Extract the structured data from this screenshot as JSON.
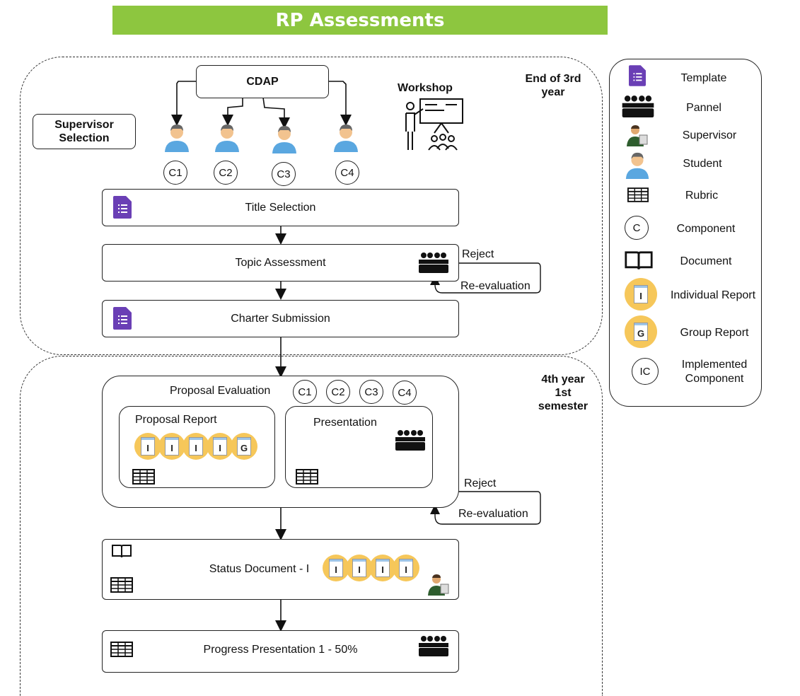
{
  "header": {
    "title": "RP Assessments"
  },
  "region1": {
    "label_line1": "End of 3rd",
    "label_line2": "year"
  },
  "region2": {
    "label_line1": "4th year",
    "label_line2": "1st",
    "label_line3": "semester"
  },
  "cdap": "CDAP",
  "workshop": "Workshop",
  "supervisor_selection": {
    "line1": "Supervisor",
    "line2": "Selection"
  },
  "components": [
    "C1",
    "C2",
    "C3",
    "C4"
  ],
  "steps": {
    "title_selection": "Title Selection",
    "topic_assessment": "Topic Assessment",
    "charter_submission": "Charter Submission",
    "proposal_evaluation": "Proposal Evaluation",
    "proposal_report": "Proposal Report",
    "presentation": "Presentation",
    "status_document": "Status Document -  I",
    "progress_presentation": "Progress Presentation 1 - 50%"
  },
  "loop1": {
    "reject": "Reject",
    "reevaluation": "Re-evaluation"
  },
  "loop2": {
    "reject": "Reject",
    "reevaluation": "Re-evaluation"
  },
  "report_letters": {
    "individual": "I",
    "group": "G"
  },
  "legend": {
    "items": [
      "Template",
      "Pannel",
      "Supervisor",
      "Student",
      "Rubric",
      "Component",
      "Document",
      "Individual Report",
      "Group Report"
    ],
    "component_symbol": "C",
    "implemented_symbol": "IC",
    "implemented_line1": "Implemented",
    "implemented_line2": "Component"
  },
  "colors": {
    "header": "#8dc63f",
    "template": "#6a3fb5",
    "badge": "#f6c75a",
    "student": "#5aa7e0"
  }
}
